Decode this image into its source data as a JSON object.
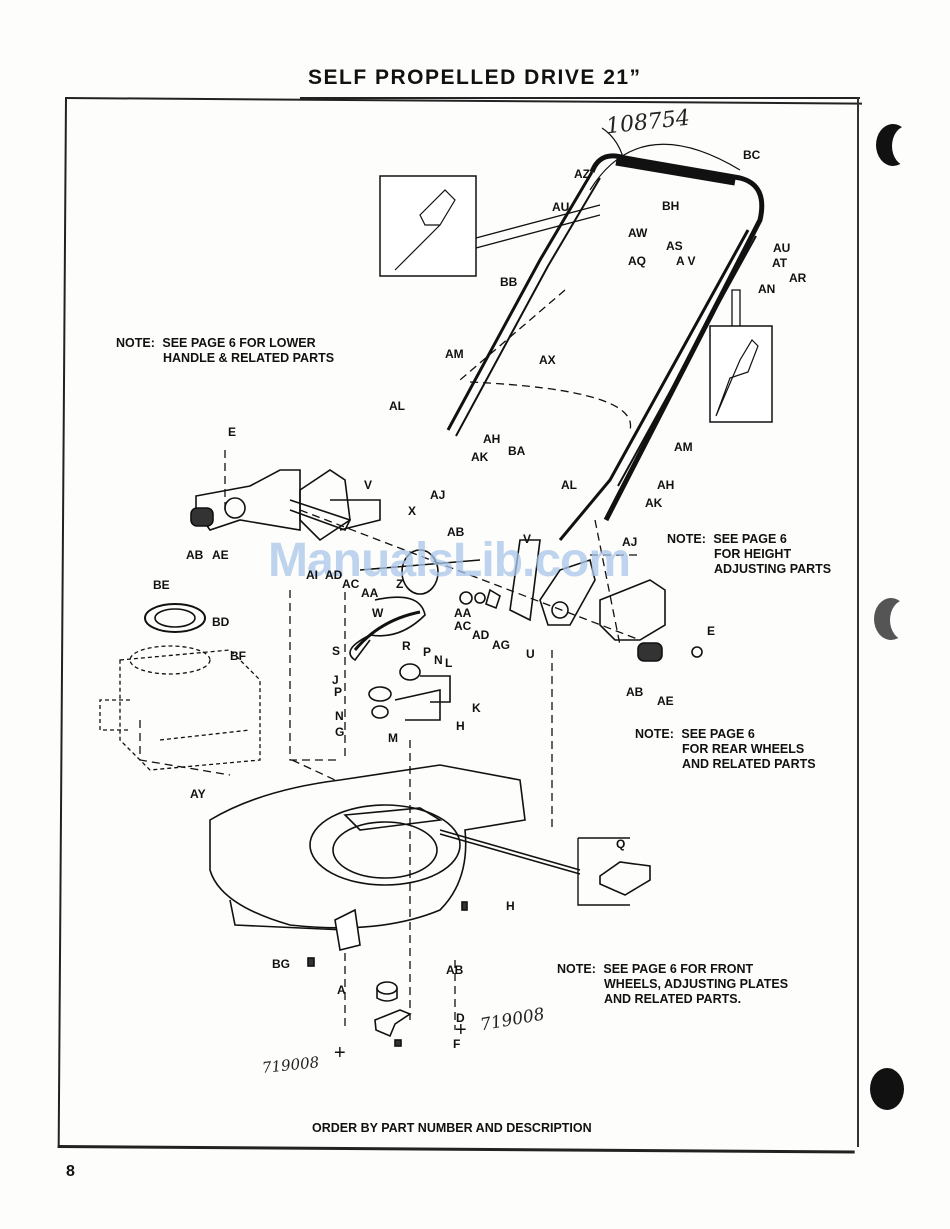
{
  "page": {
    "title": "SELF PROPELLED DRIVE 21”",
    "page_number": "8",
    "footer": "ORDER BY PART NUMBER AND DESCRIPTION",
    "watermark": "ManualsLib.com"
  },
  "handwriting": {
    "top_part_number": "108754",
    "right_part_number": "719008",
    "left_part_number": "719008"
  },
  "notes": {
    "lower_handle": [
      "NOTE:",
      "SEE PAGE 6 FOR LOWER",
      "HANDLE & RELATED PARTS"
    ],
    "height_adjusting": [
      "NOTE:",
      "SEE PAGE 6",
      "FOR HEIGHT",
      "ADJUSTING PARTS"
    ],
    "rear_wheels": [
      "NOTE:",
      "SEE PAGE 6",
      "FOR REAR WHEELS",
      "AND RELATED PARTS"
    ],
    "front_wheels": [
      "NOTE:",
      "SEE PAGE 6 FOR FRONT",
      "WHEELS, ADJUSTING PLATES",
      "AND RELATED PARTS."
    ]
  },
  "callouts": [
    {
      "id": "BC",
      "label": "BC"
    },
    {
      "id": "AZ",
      "label": "AZ"
    },
    {
      "id": "AU1",
      "label": "AU"
    },
    {
      "id": "BH",
      "label": "BH"
    },
    {
      "id": "AW",
      "label": "AW"
    },
    {
      "id": "AS",
      "label": "AS"
    },
    {
      "id": "AU2",
      "label": "AU"
    },
    {
      "id": "AT",
      "label": "AT"
    },
    {
      "id": "AQ",
      "label": "AQ"
    },
    {
      "id": "AV",
      "label": "A V"
    },
    {
      "id": "AR",
      "label": "AR"
    },
    {
      "id": "AN",
      "label": "AN"
    },
    {
      "id": "BB",
      "label": "BB"
    },
    {
      "id": "AM1",
      "label": "AM"
    },
    {
      "id": "AX",
      "label": "AX"
    },
    {
      "id": "AL1",
      "label": "AL"
    },
    {
      "id": "AH1",
      "label": "AH"
    },
    {
      "id": "AK1",
      "label": "AK"
    },
    {
      "id": "BA",
      "label": "BA"
    },
    {
      "id": "AM2",
      "label": "AM"
    },
    {
      "id": "AL2",
      "label": "AL"
    },
    {
      "id": "AH2",
      "label": "AH"
    },
    {
      "id": "AK2",
      "label": "AK"
    },
    {
      "id": "E1",
      "label": "E"
    },
    {
      "id": "V1",
      "label": "V"
    },
    {
      "id": "AJ1",
      "label": "AJ"
    },
    {
      "id": "X",
      "label": "X"
    },
    {
      "id": "AB1",
      "label": "AB"
    },
    {
      "id": "AE1",
      "label": "AE"
    },
    {
      "id": "AB2",
      "label": "AB"
    },
    {
      "id": "AJ2",
      "label": "AJ"
    },
    {
      "id": "V2",
      "label": "V"
    },
    {
      "id": "AI",
      "label": "AI"
    },
    {
      "id": "AD1",
      "label": "AD"
    },
    {
      "id": "AC1",
      "label": "AC"
    },
    {
      "id": "AA1",
      "label": "AA"
    },
    {
      "id": "Z",
      "label": "Z"
    },
    {
      "id": "W",
      "label": "W"
    },
    {
      "id": "AA2",
      "label": "AA"
    },
    {
      "id": "AC2",
      "label": "AC"
    },
    {
      "id": "AD2",
      "label": "AD"
    },
    {
      "id": "AG",
      "label": "AG"
    },
    {
      "id": "U",
      "label": "U"
    },
    {
      "id": "E2",
      "label": "E"
    },
    {
      "id": "AB3",
      "label": "AB"
    },
    {
      "id": "AE2",
      "label": "AE"
    },
    {
      "id": "BE",
      "label": "BE"
    },
    {
      "id": "BD",
      "label": "BD"
    },
    {
      "id": "BF",
      "label": "BF"
    },
    {
      "id": "S",
      "label": "S"
    },
    {
      "id": "R",
      "label": "R"
    },
    {
      "id": "P1",
      "label": "P"
    },
    {
      "id": "N1",
      "label": "N"
    },
    {
      "id": "L",
      "label": "L"
    },
    {
      "id": "J",
      "label": "J"
    },
    {
      "id": "P2",
      "label": "P"
    },
    {
      "id": "K",
      "label": "K"
    },
    {
      "id": "N2",
      "label": "N"
    },
    {
      "id": "G",
      "label": "G"
    },
    {
      "id": "M",
      "label": "M"
    },
    {
      "id": "H1",
      "label": "H"
    },
    {
      "id": "AY",
      "label": "AY"
    },
    {
      "id": "Q",
      "label": "Q"
    },
    {
      "id": "H2",
      "label": "H"
    },
    {
      "id": "BG",
      "label": "BG"
    },
    {
      "id": "AB4",
      "label": "AB"
    },
    {
      "id": "A",
      "label": "A"
    },
    {
      "id": "D",
      "label": "D"
    },
    {
      "id": "F",
      "label": "F"
    }
  ]
}
